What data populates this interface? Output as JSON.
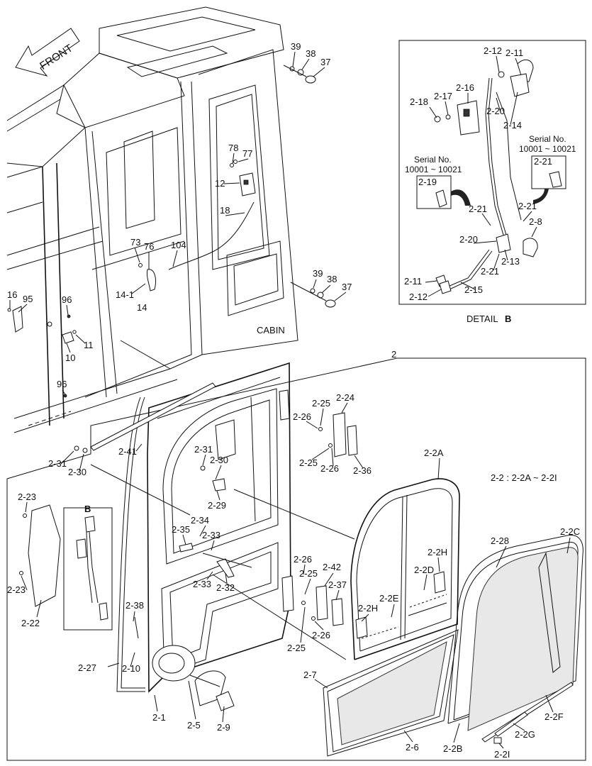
{
  "front_arrow": "FRONT",
  "cabin_label": "CABIN",
  "group_number": "2",
  "group_note": "2-2 : 2-2A ~ 2-2I",
  "detail_b": {
    "title_prefix": "DETAIL",
    "title_letter": "B",
    "serial_label": "Serial No.",
    "serial_range": "10001 ~ 10021"
  },
  "inset_b_letter": "B",
  "part_labels": {
    "p39a": "39",
    "p38a": "38",
    "p37a": "37",
    "p78": "78",
    "p77": "77",
    "p12": "12",
    "p18": "18",
    "p73": "73",
    "p76": "76",
    "p104": "104",
    "p14_1": "14-1",
    "p14": "14",
    "p16": "16",
    "p95": "95",
    "p96a": "96",
    "p11": "11",
    "p10": "10",
    "p96b": "96",
    "p39b": "39",
    "p38b": "38",
    "p37b": "37",
    "d2_12a": "2-12",
    "d2_11a": "2-11",
    "d2_18": "2-18",
    "d2_17": "2-17",
    "d2_16": "2-16",
    "d2_20a": "2-20",
    "d2_14": "2-14",
    "d2_21s": "2-21",
    "d2_19": "2-19",
    "d2_21a": "2-21",
    "d2_21b": "2-21",
    "d2_8": "2-8",
    "d2_20b": "2-20",
    "d2_13": "2-13",
    "d2_21c": "2-21",
    "d2_11b": "2-11",
    "d2_12b": "2-12",
    "d2_15": "2-15",
    "g2_41": "2-41",
    "g2_31a": "2-31",
    "g2_30a": "2-30",
    "g2_31b": "2-31",
    "g2_30b": "2-30",
    "g2_29": "2-29",
    "g2_25a": "2-25",
    "g2_24": "2-24",
    "g2_26a": "2-26",
    "g2_25b": "2-25",
    "g2_26b": "2-26",
    "g2_36": "2-36",
    "g2_2A": "2-2A",
    "g2_23a": "2-23",
    "g2_23b": "2-23",
    "g2_22": "2-22",
    "g2_34": "2-34",
    "g2_35": "2-35",
    "g2_33a": "2-33",
    "g2_33b": "2-33",
    "g2_32": "2-32",
    "g2_26c": "2-26",
    "g2_25c": "2-25",
    "g2_42": "2-42",
    "g2_37": "2-37",
    "g2_26d": "2-26",
    "g2_25d": "2-25",
    "g2_2H": "2-2H",
    "g2_2D": "2-2D",
    "g2_2E": "2-2E",
    "g2_2Hb": "2-2H",
    "g2_28": "2-28",
    "g2_2C": "2-2C",
    "g2_38": "2-38",
    "g2_27": "2-27",
    "g2_10": "2-10",
    "g2_1": "2-1",
    "g2_5": "2-5",
    "g2_9": "2-9",
    "g2_7": "2-7",
    "g2_6": "2-6",
    "g2_2B": "2-2B",
    "g2_2F": "2-2F",
    "g2_2G": "2-2G",
    "g2_2I": "2-2I"
  }
}
